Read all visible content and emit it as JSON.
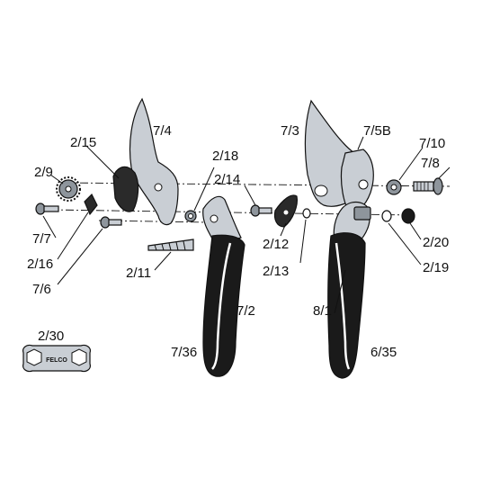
{
  "labels": {
    "l_7_4": "7/4",
    "l_2_15": "2/15",
    "l_2_9": "2/9",
    "l_2_18": "2/18",
    "l_7_7": "7/7",
    "l_2_16": "2/16",
    "l_7_6": "7/6",
    "l_2_11": "2/11",
    "l_7_2": "7/2",
    "l_7_36": "7/36",
    "l_7_3": "7/3",
    "l_7_5b": "7/5B",
    "l_7_10": "7/10",
    "l_7_8": "7/8",
    "l_2_14": "2/14",
    "l_2_12": "2/12",
    "l_2_13": "2/13",
    "l_2_20": "2/20",
    "l_2_19": "2/19",
    "l_8_1": "8/1",
    "l_6_35": "6/35",
    "l_2_30": "2/30"
  },
  "wrench_logo": "FELCO",
  "colors": {
    "metal": "#c9ced4",
    "metal_dark": "#8e959c",
    "handle": "#1a1a1a",
    "highlight": "#ffffff",
    "ink": "#111111"
  }
}
